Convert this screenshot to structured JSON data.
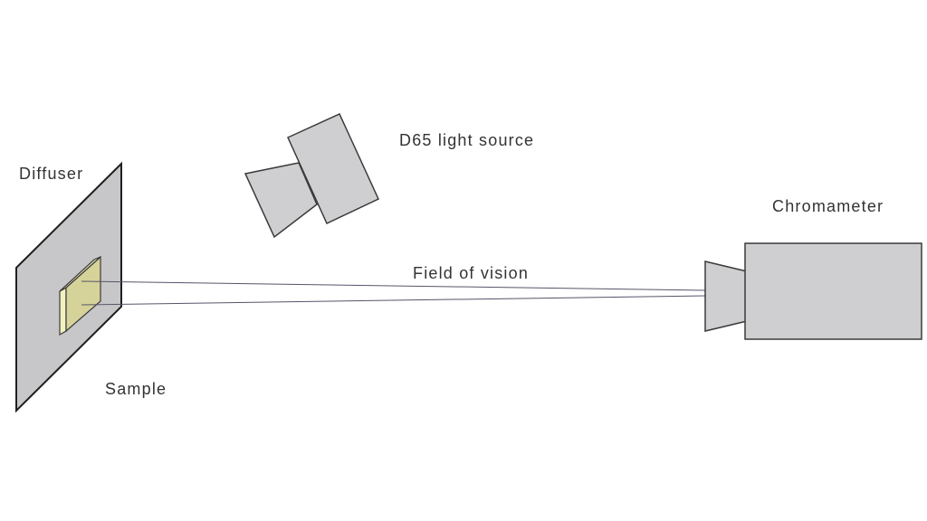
{
  "diagram": {
    "labels": {
      "diffuser": "Diffuser",
      "sample": "Sample",
      "light_source": "D65 light source",
      "field_of_vision": "Field of vision",
      "chromameter": "Chromameter"
    },
    "colors": {
      "background": "#ffffff",
      "device_fill": "#cfcfd1",
      "diffuser_fill": "#c7c7c9",
      "sample_fill": "#d6d39a",
      "sample_edge_fill": "#f2f2c0",
      "vision_line": "#55556a",
      "text": "#333333"
    }
  }
}
